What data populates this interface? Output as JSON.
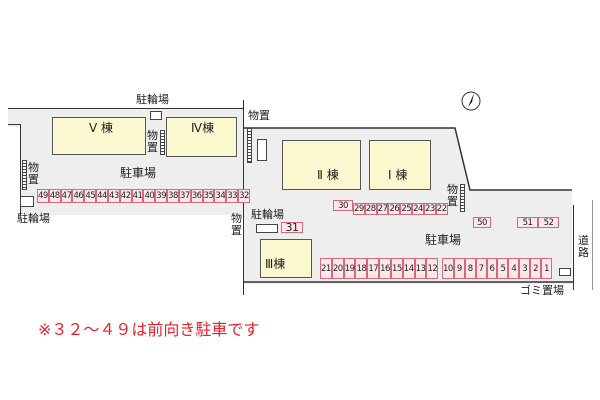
{
  "labels": {
    "bike_top": "駐輪場",
    "bike_left": "駐輪場",
    "bike_mid": "駐輪場",
    "storage": "物置",
    "parking": "駐車場",
    "road": "道路",
    "garbage": "ゴミ置場"
  },
  "buildings": {
    "v": "Ⅴ 棟",
    "iv": "Ⅳ棟",
    "ii": "Ⅱ 棟",
    "i": "Ⅰ 棟",
    "iii": "Ⅲ棟"
  },
  "slots": {
    "left_row": [
      "49",
      "48",
      "47",
      "46",
      "45",
      "44",
      "43",
      "42",
      "41",
      "40",
      "39",
      "38",
      "37",
      "36",
      "35",
      "34",
      "33",
      "32"
    ],
    "top_30": "30",
    "top_row": [
      "29",
      "28",
      "27",
      "26",
      "25",
      "24",
      "23",
      "22"
    ],
    "s31": "31",
    "s50": "50",
    "right_pair": [
      "51",
      "52"
    ],
    "bottom_a": [
      "21",
      "20",
      "19",
      "18",
      "17",
      "16",
      "15",
      "14",
      "13",
      "12"
    ],
    "bottom_b": [
      "10",
      "9",
      "8",
      "7",
      "6",
      "5",
      "4",
      "3",
      "2",
      "1"
    ]
  },
  "note": "※３２～４９は前向き駐車です",
  "colors": {
    "slot_fill": "#fde7ea",
    "slot_border": "#d66a7a",
    "building": "#fbf7cf",
    "lot": "#eeeeef",
    "note": "#e8202a"
  }
}
